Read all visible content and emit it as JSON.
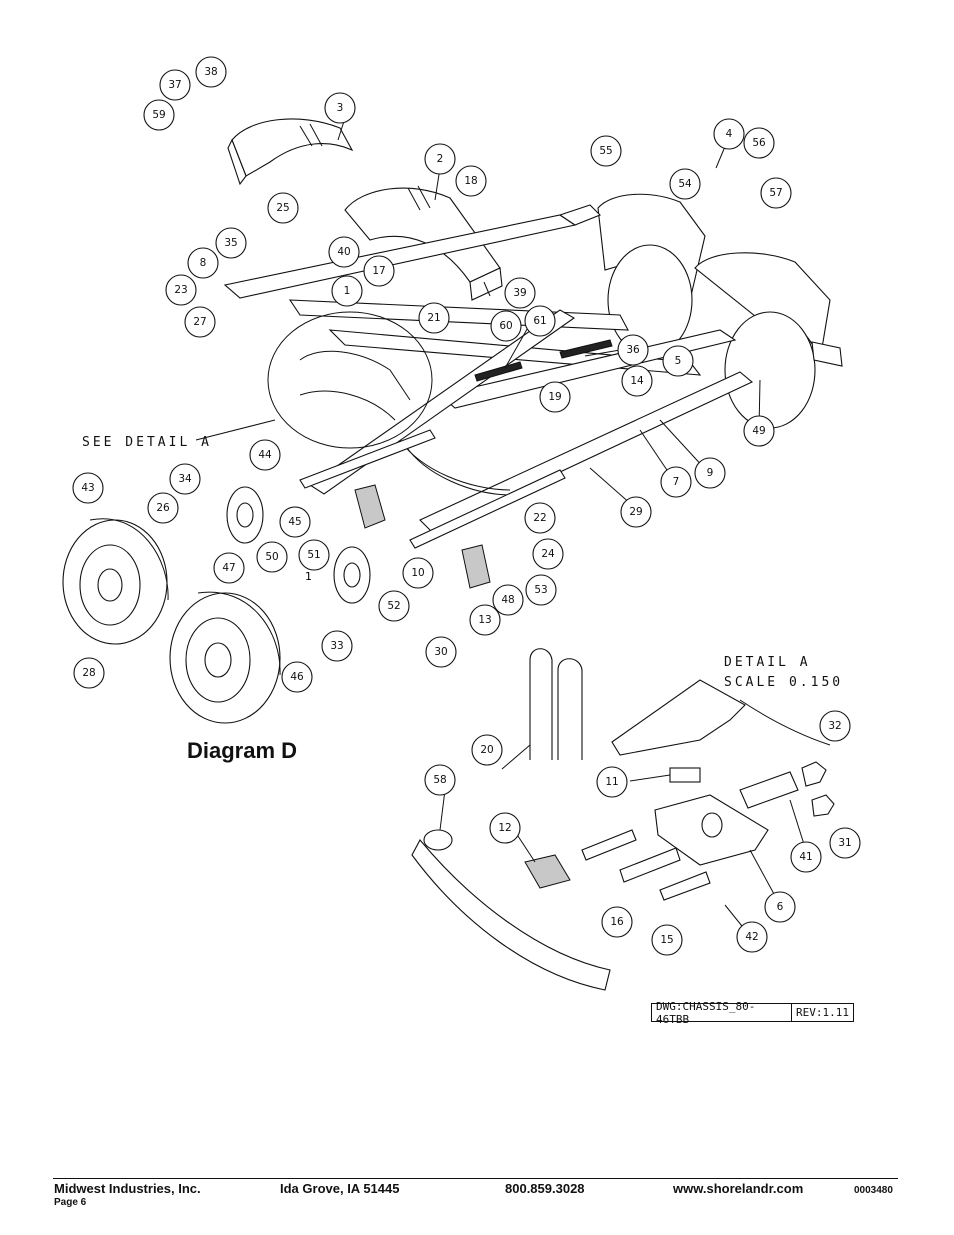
{
  "diagram": {
    "title": "Diagram D",
    "see_detail_label": "SEE DETAIL A",
    "detail_title": "DETAIL A",
    "detail_scale": "SCALE 0.150",
    "dwg_number": "DWG:CHASSIS_80-46TBB",
    "revision": "REV:1.11",
    "callouts": [
      "1",
      "2",
      "3",
      "4",
      "5",
      "6",
      "7",
      "8",
      "9",
      "10",
      "11",
      "12",
      "13",
      "14",
      "15",
      "16",
      "17",
      "18",
      "19",
      "20",
      "21",
      "22",
      "23",
      "24",
      "25",
      "26",
      "27",
      "28",
      "29",
      "30",
      "31",
      "32",
      "33",
      "34",
      "35",
      "36",
      "37",
      "38",
      "39",
      "40",
      "41",
      "42",
      "43",
      "44",
      "45",
      "46",
      "47",
      "48",
      "49",
      "50",
      "51",
      "52",
      "53",
      "54",
      "55",
      "56",
      "57",
      "58",
      "59",
      "60",
      "61"
    ],
    "inline_marker": "1"
  },
  "footer": {
    "company": "Midwest Industries, Inc.",
    "page": "Page 6",
    "location": "Ida Grove, IA  51445",
    "phone": "800.859.3028",
    "website": "www.shorelandr.com",
    "doc_number": "0003480"
  }
}
